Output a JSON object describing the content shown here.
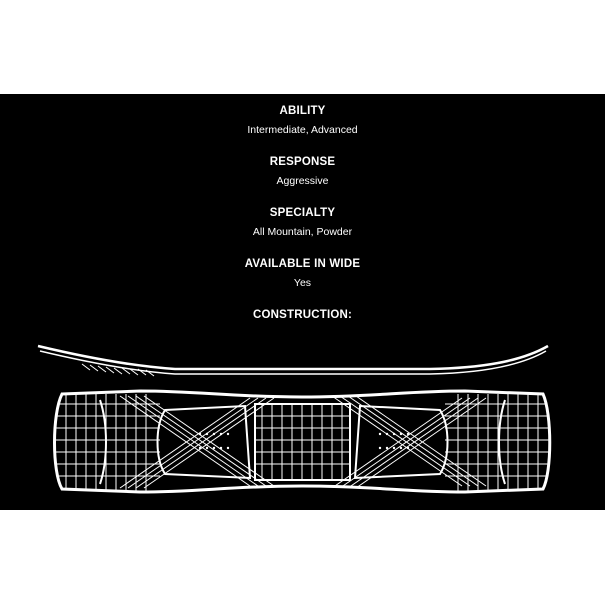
{
  "specs": {
    "ability": {
      "title": "ABILITY",
      "value": "Intermediate, Advanced"
    },
    "response": {
      "title": "RESPONSE",
      "value": "Aggressive"
    },
    "specialty": {
      "title": "SPECIALTY",
      "value": "All Mountain, Powder"
    },
    "wide": {
      "title": "AVAILABLE IN WIDE",
      "value": "Yes"
    },
    "construction": {
      "title": "CONSTRUCTION:"
    }
  },
  "colors": {
    "background": "#000000",
    "text": "#ffffff",
    "page": "#ffffff"
  },
  "icons": {
    "profile": "board-profile-icon",
    "top_view": "board-construction-icon"
  }
}
